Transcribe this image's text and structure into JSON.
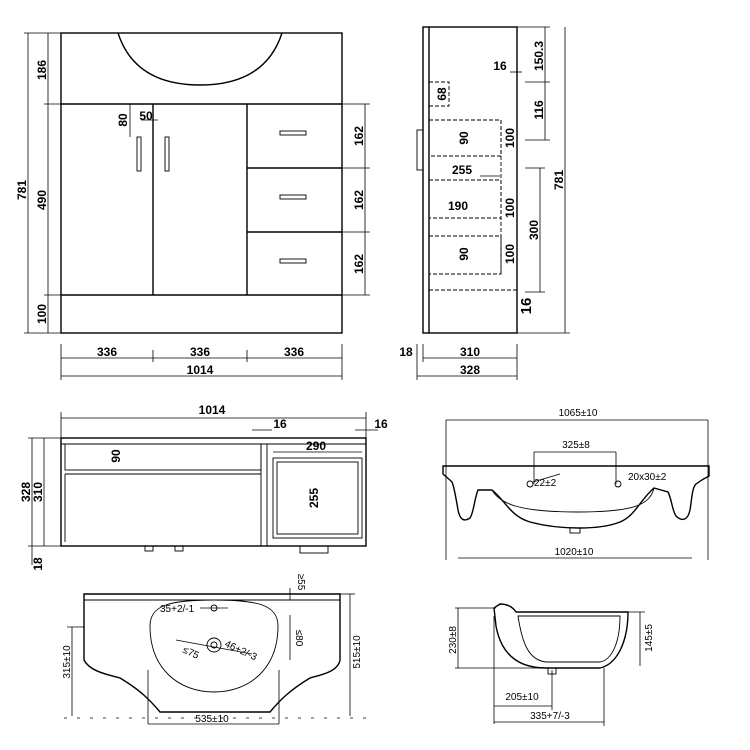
{
  "front_view": {
    "top_height": "186",
    "body_height": "490",
    "plinth_height": "100",
    "total_height": "781",
    "handle_offset": "80",
    "handle_length": "50",
    "drawer_1": "162",
    "drawer_2": "162",
    "drawer_3": "162",
    "width_1": "336",
    "width_2": "336",
    "width_3": "336",
    "total_width": "1014"
  },
  "side_view": {
    "top_dim": "150.3",
    "gap": "16",
    "dim_68": "68",
    "dim_116": "116",
    "shelf_1": "90",
    "shelf_1b": "100",
    "dim_255": "255",
    "dim_190": "190",
    "shelf_2b": "100",
    "dim_300": "300",
    "shelf_3": "90",
    "shelf_3b": "100",
    "bottom_16": "16",
    "total_height": "781",
    "left_18": "18",
    "depth_inner": "310",
    "depth_total": "328"
  },
  "plan_view": {
    "total_width": "1014",
    "gap_left": "16",
    "gap_right": "16",
    "shelf_depth": "90",
    "drawer_width": "290",
    "drawer_depth": "255",
    "depth_total": "328",
    "depth_inner": "310",
    "bottom_18": "18"
  },
  "basin_front": {
    "overall": "1065±10",
    "taps": "325±8",
    "hole_left": "22±2",
    "hole_right": "20x30±2",
    "bowl": "1020±10"
  },
  "basin_top": {
    "depth_from_back": "≥55",
    "tap_hole": "35+2/-1",
    "waste_left": "≤75",
    "waste_right": "46+2/-3",
    "overflow": "≤80",
    "left_depth": "315±10",
    "right_depth": "515±10",
    "bowl_width": "535±10"
  },
  "basin_side": {
    "height": "230±8",
    "bowl_depth": "145±5",
    "waste": "205±10",
    "depth": "335+7/-3"
  }
}
